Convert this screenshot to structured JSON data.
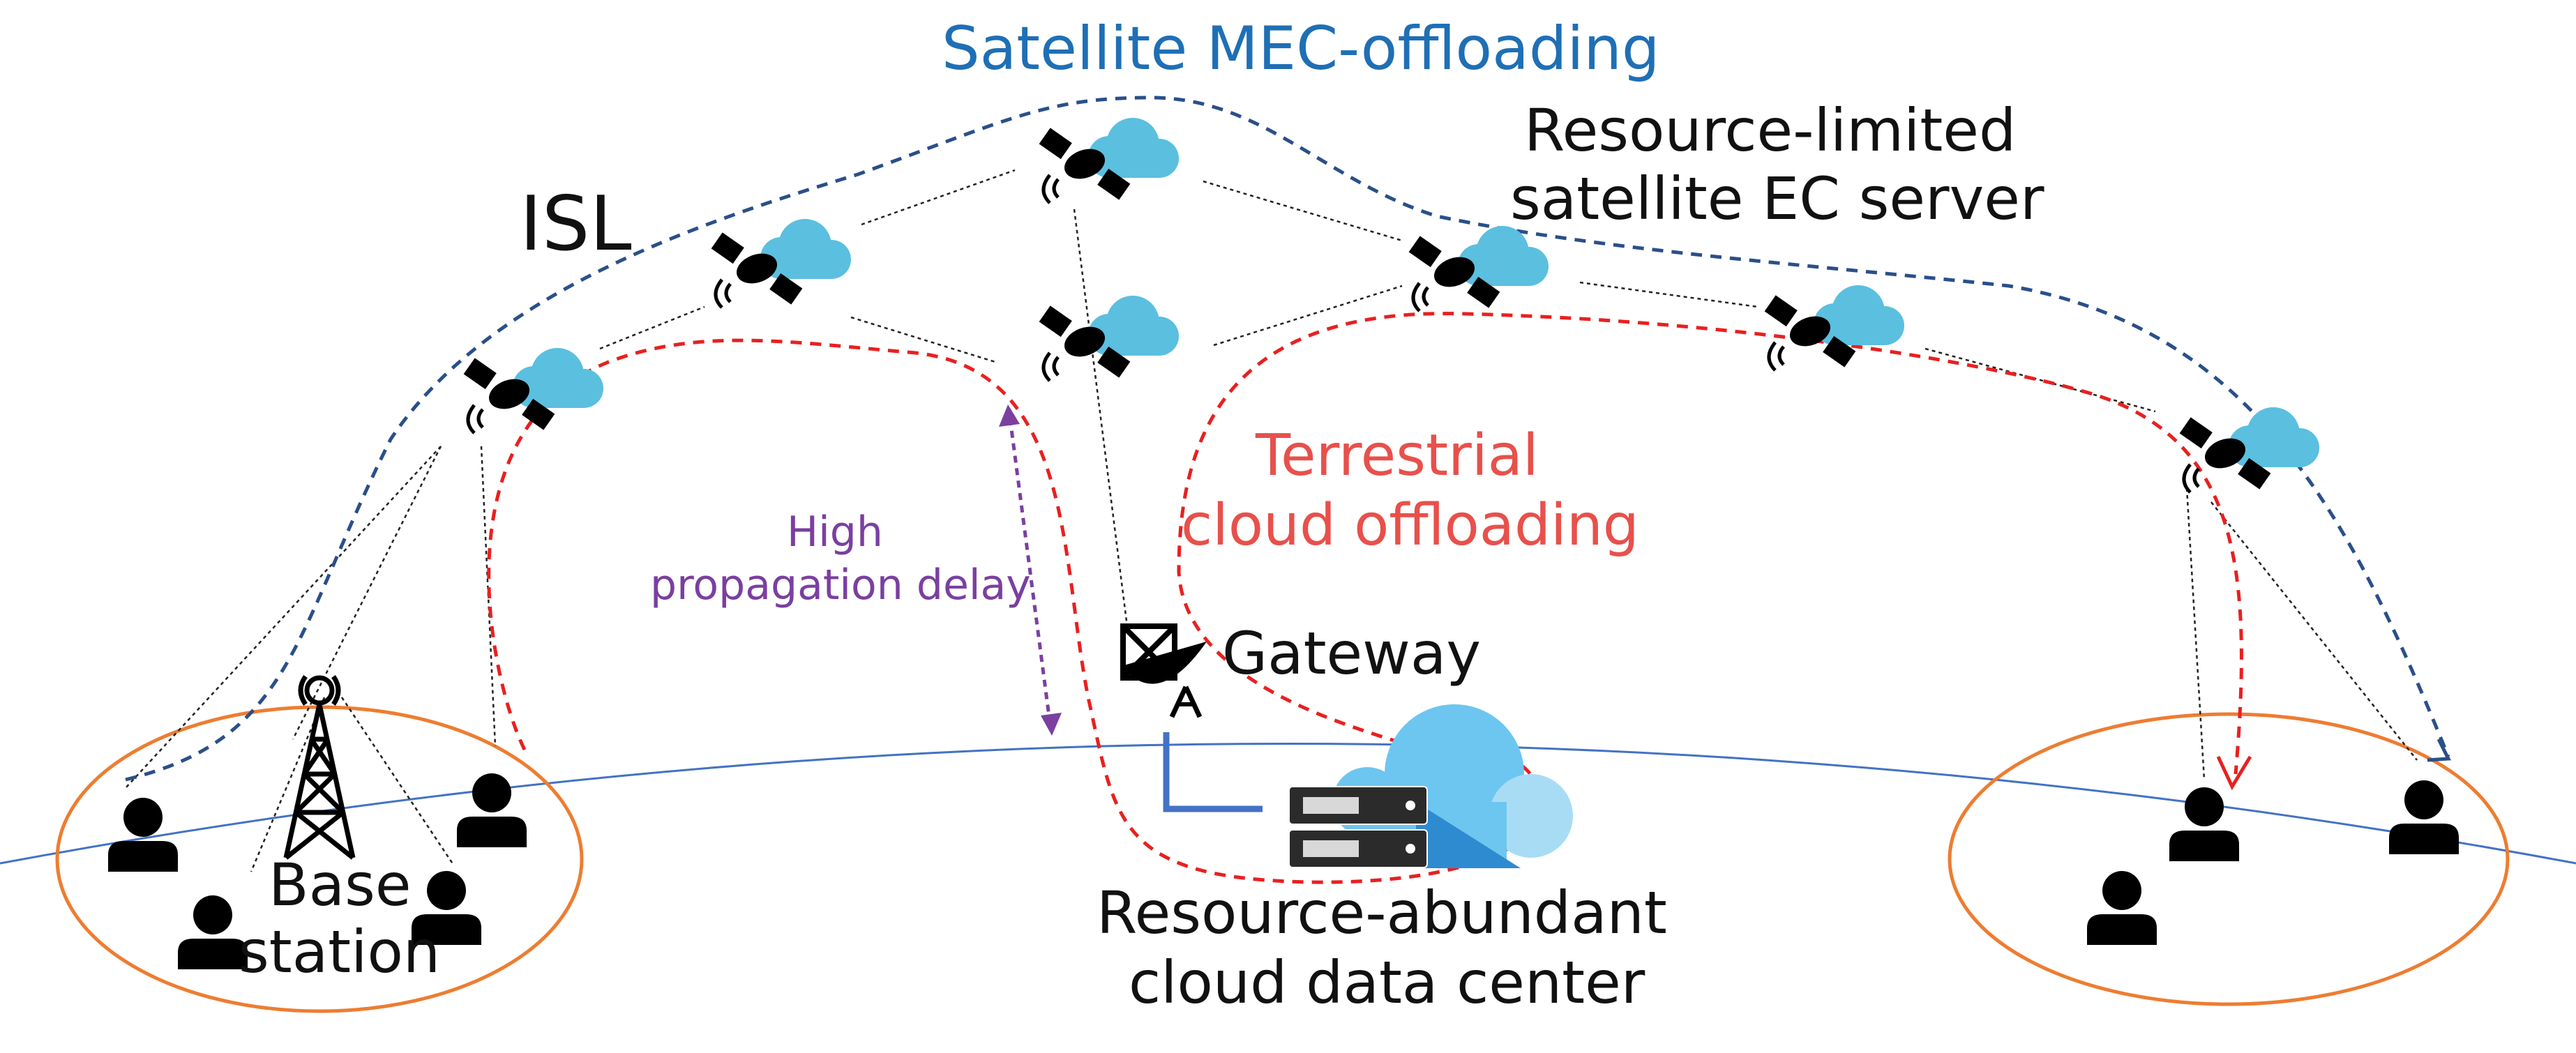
{
  "labels": {
    "satellite_mec": "Satellite MEC-offloading",
    "resource_limited_line1": "Resource-limited",
    "resource_limited_line2": "satellite EC server",
    "isl": "ISL",
    "terrestrial_line1": "Terrestrial",
    "terrestrial_line2": "cloud offloading",
    "high_line1": "High",
    "high_line2": "propagation delay",
    "gateway": "Gateway",
    "base_line1": "Base",
    "base_line2": "station",
    "abundant_line1": "Resource-abundant",
    "abundant_line2": "cloud data center"
  },
  "colors": {
    "mec_path": "#2a4f8a",
    "terrestrial_path": "#e82020",
    "delay_arrow": "#7b3fa0",
    "earth_curve": "#4472c4",
    "coverage_ellipse": "#ed7d31",
    "satellite_cloud": "#5bbfe0",
    "datacenter_cloud": "#6dc6ef",
    "gateway_link": "#4472c4"
  },
  "icons": {
    "satellite": "satellite-icon",
    "cloud": "cloud-icon",
    "user": "user-icon",
    "tower": "base-station-tower-icon",
    "dish": "satellite-dish-icon",
    "server": "server-rack-icon"
  }
}
